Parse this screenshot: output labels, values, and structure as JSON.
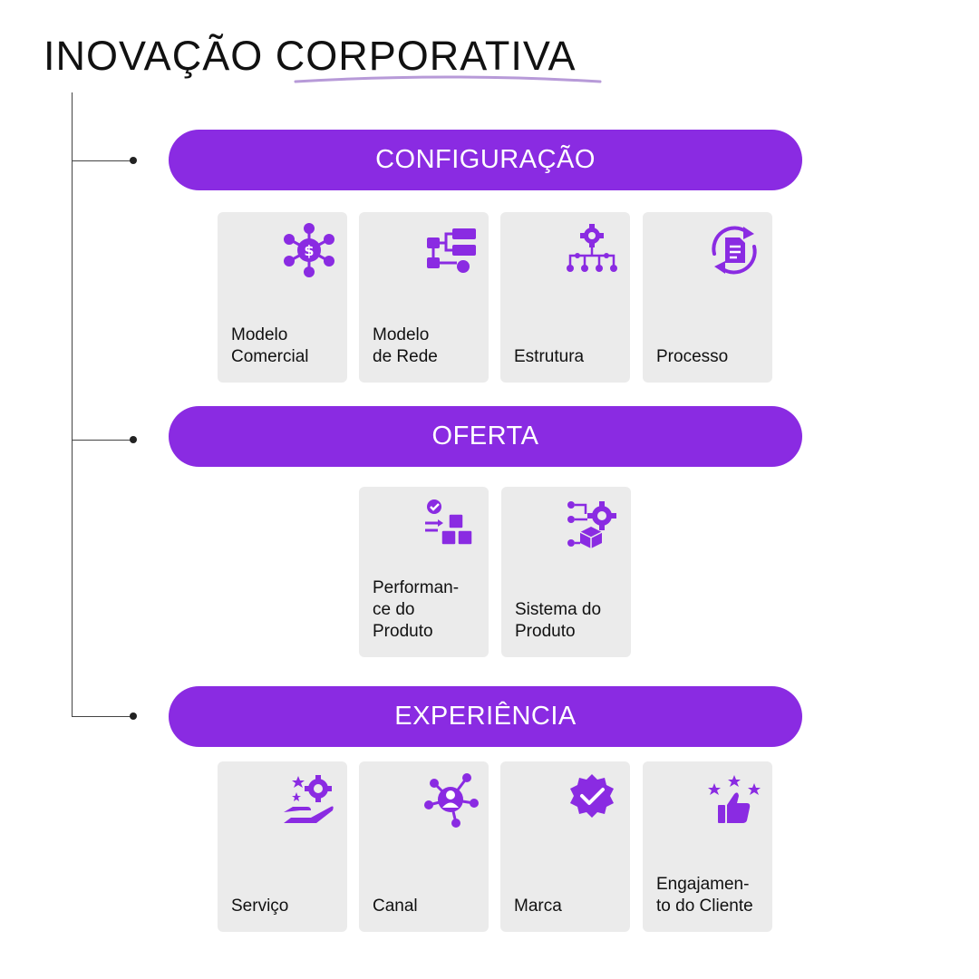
{
  "colors": {
    "accent": "#8a2be2",
    "card_bg": "#ebebeb",
    "underline": "#b79ad8"
  },
  "title": "INOVAÇÃO CORPORATIVA",
  "sections": [
    {
      "label": "CONFIGURAÇÃO",
      "items": [
        {
          "label": "Modelo\nComercial",
          "icon": "dollar-network-icon"
        },
        {
          "label": "Modelo\nde Rede",
          "icon": "flowchart-icon"
        },
        {
          "label": "Estrutura",
          "icon": "gear-hierarchy-icon"
        },
        {
          "label": "Processo",
          "icon": "document-cycle-icon"
        }
      ]
    },
    {
      "label": "OFERTA",
      "items": [
        {
          "label": "Performan-\nce do\nProduto",
          "icon": "boxes-check-icon"
        },
        {
          "label": "Sistema do\nProduto",
          "icon": "gear-box-icon"
        }
      ]
    },
    {
      "label": "EXPERIÊNCIA",
      "items": [
        {
          "label": "Serviço",
          "icon": "hand-gear-icon"
        },
        {
          "label": "Canal",
          "icon": "person-network-icon"
        },
        {
          "label": "Marca",
          "icon": "badge-check-icon"
        },
        {
          "label": "Engajamen-\nto do Cliente",
          "icon": "thumbs-up-stars-icon"
        }
      ]
    }
  ]
}
